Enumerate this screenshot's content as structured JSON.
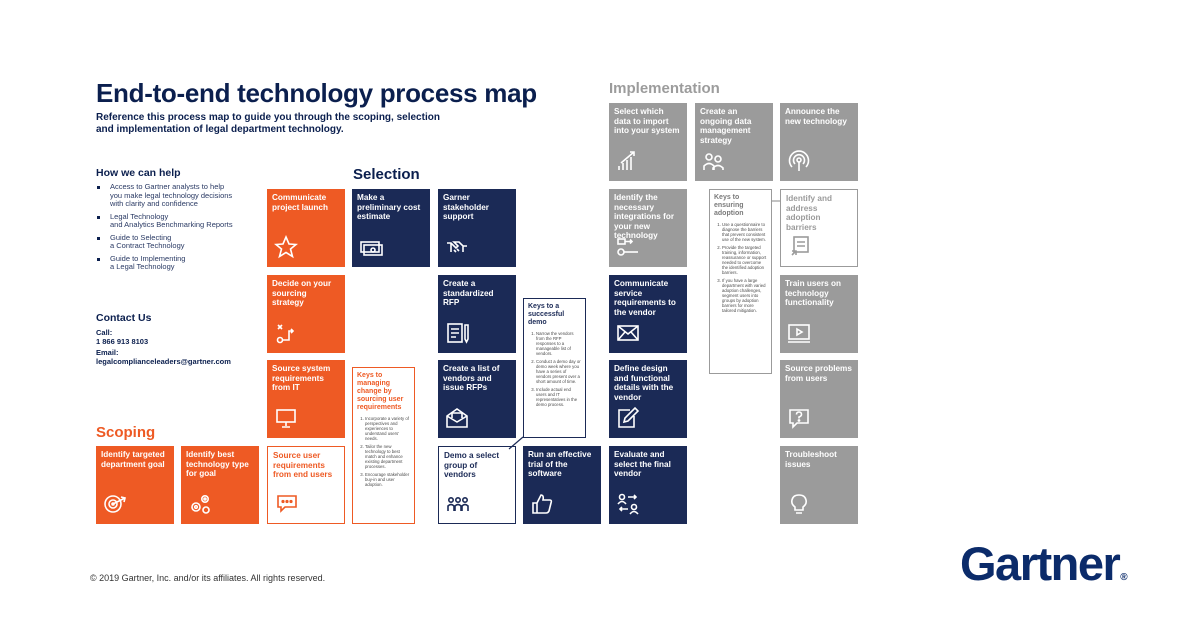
{
  "title": "End-to-end technology process map",
  "subtitle": "Reference this process map to guide you through the scoping, selection and implementation of legal department technology.",
  "help": {
    "heading": "How we can help",
    "items": [
      "Access to Gartner analysts to help\nyou make legal technology decisions\nwith clarity and confidence",
      "Legal Technology\nand Analytics Benchmarking Reports",
      "Guide to Selecting\na Contract Technology",
      "Guide to Implementing\na Legal Technology"
    ]
  },
  "contact": {
    "heading": "Contact Us",
    "call_label": "Call:",
    "phone": "1 866 913 8103",
    "email_label": "Email:",
    "email": "legalcomplianceleaders@gartner.com"
  },
  "sections": {
    "scoping": "Scoping",
    "selection": "Selection",
    "implementation": "Implementation"
  },
  "colors": {
    "orange": "#ee5a24",
    "navy": "#1b2a56",
    "gray": "#9b9b9b",
    "title_navy": "#0b1f4e"
  },
  "boxes": {
    "identify_goal": {
      "label": "Identify targeted department goal",
      "icon": "target-icon"
    },
    "identify_tech": {
      "label": "Identify best technology type for goal",
      "icon": "gears-icon"
    },
    "communicate_launch": {
      "label": "Communicate project launch",
      "icon": "star-icon"
    },
    "sourcing_strategy": {
      "label": "Decide on your sourcing strategy",
      "icon": "route-icon"
    },
    "system_requirements": {
      "label": "Source system requirements from IT",
      "icon": "monitor-icon"
    },
    "user_requirements": {
      "label": "Source user requirements from end users",
      "icon": "chat-icon"
    },
    "cost_estimate": {
      "label": "Make a preliminary cost estimate",
      "icon": "money-icon"
    },
    "stakeholder_support": {
      "label": "Garner stakeholder support",
      "icon": "handshake-icon"
    },
    "standardized_rfp": {
      "label": "Create a standardized RFP",
      "icon": "document-icon"
    },
    "vendor_list": {
      "label": "Create a list of vendors and issue RFPs",
      "icon": "envelope-document-icon"
    },
    "demo_vendors": {
      "label": "Demo a select group of vendors",
      "icon": "people-group-icon"
    },
    "trial_software": {
      "label": "Run an effective trial of the software",
      "icon": "thumbs-up-icon"
    },
    "data_import": {
      "label": "Select which data to import into your system",
      "icon": "chart-growth-icon"
    },
    "data_strategy": {
      "label": "Create an ongoing data management strategy",
      "icon": "team-icon"
    },
    "announce": {
      "label": "Announce the new technology",
      "icon": "broadcast-icon"
    },
    "integrations": {
      "label": "Identify the necessary integrations for your new technology",
      "icon": "connector-icon"
    },
    "adoption_barriers": {
      "label": "Identify and address adoption barriers",
      "icon": "checklist-icon"
    },
    "service_requirements": {
      "label": "Communicate service requirements to the vendor",
      "icon": "envelope-icon"
    },
    "train_users": {
      "label": "Train users on technology functionality",
      "icon": "video-icon"
    },
    "design_details": {
      "label": "Define design and functional details with the vendor",
      "icon": "edit-icon"
    },
    "source_problems": {
      "label": "Source problems from users",
      "icon": "question-icon"
    },
    "evaluate_vendor": {
      "label": "Evaluate and select the final vendor",
      "icon": "exchange-people-icon"
    },
    "troubleshoot": {
      "label": "Troubleshoot issues",
      "icon": "lightbulb-icon"
    }
  },
  "callouts": {
    "change": {
      "title": "Keys to managing change by sourcing user requirements",
      "items": [
        "Incorporate a variety of perspectives and experiences to understand users' needs.",
        "Tailor the new technology to best match and enhance existing department processes.",
        "Encourage stakeholder buy-in and user adoption."
      ]
    },
    "demo": {
      "title": "Keys to a successful demo",
      "items": [
        "Narrow the vendors from the RFP responses to a manageable list of vendors.",
        "Conduct a demo day or demo week where you have a series of vendors present over a short amount of time.",
        "Include actual end users and IT representatives in the demo process."
      ]
    },
    "adoption": {
      "title": "Keys to ensuring adoption",
      "items": [
        "Use a questionnaire to diagnose the barriers that prevent consistent use of the new system.",
        "Provide the targeted training, information, reassurance or support needed to overcome the identified adoption barriers.",
        "If you have a large department with varied adoption challenges, segment users into groups by adoption barriers for more tailored mitigation."
      ]
    }
  },
  "footer": {
    "copyright": "© 2019 Gartner, Inc. and/or its affiliates. All rights reserved.",
    "logo_text": "Gartner",
    "logo_mark": "®"
  }
}
